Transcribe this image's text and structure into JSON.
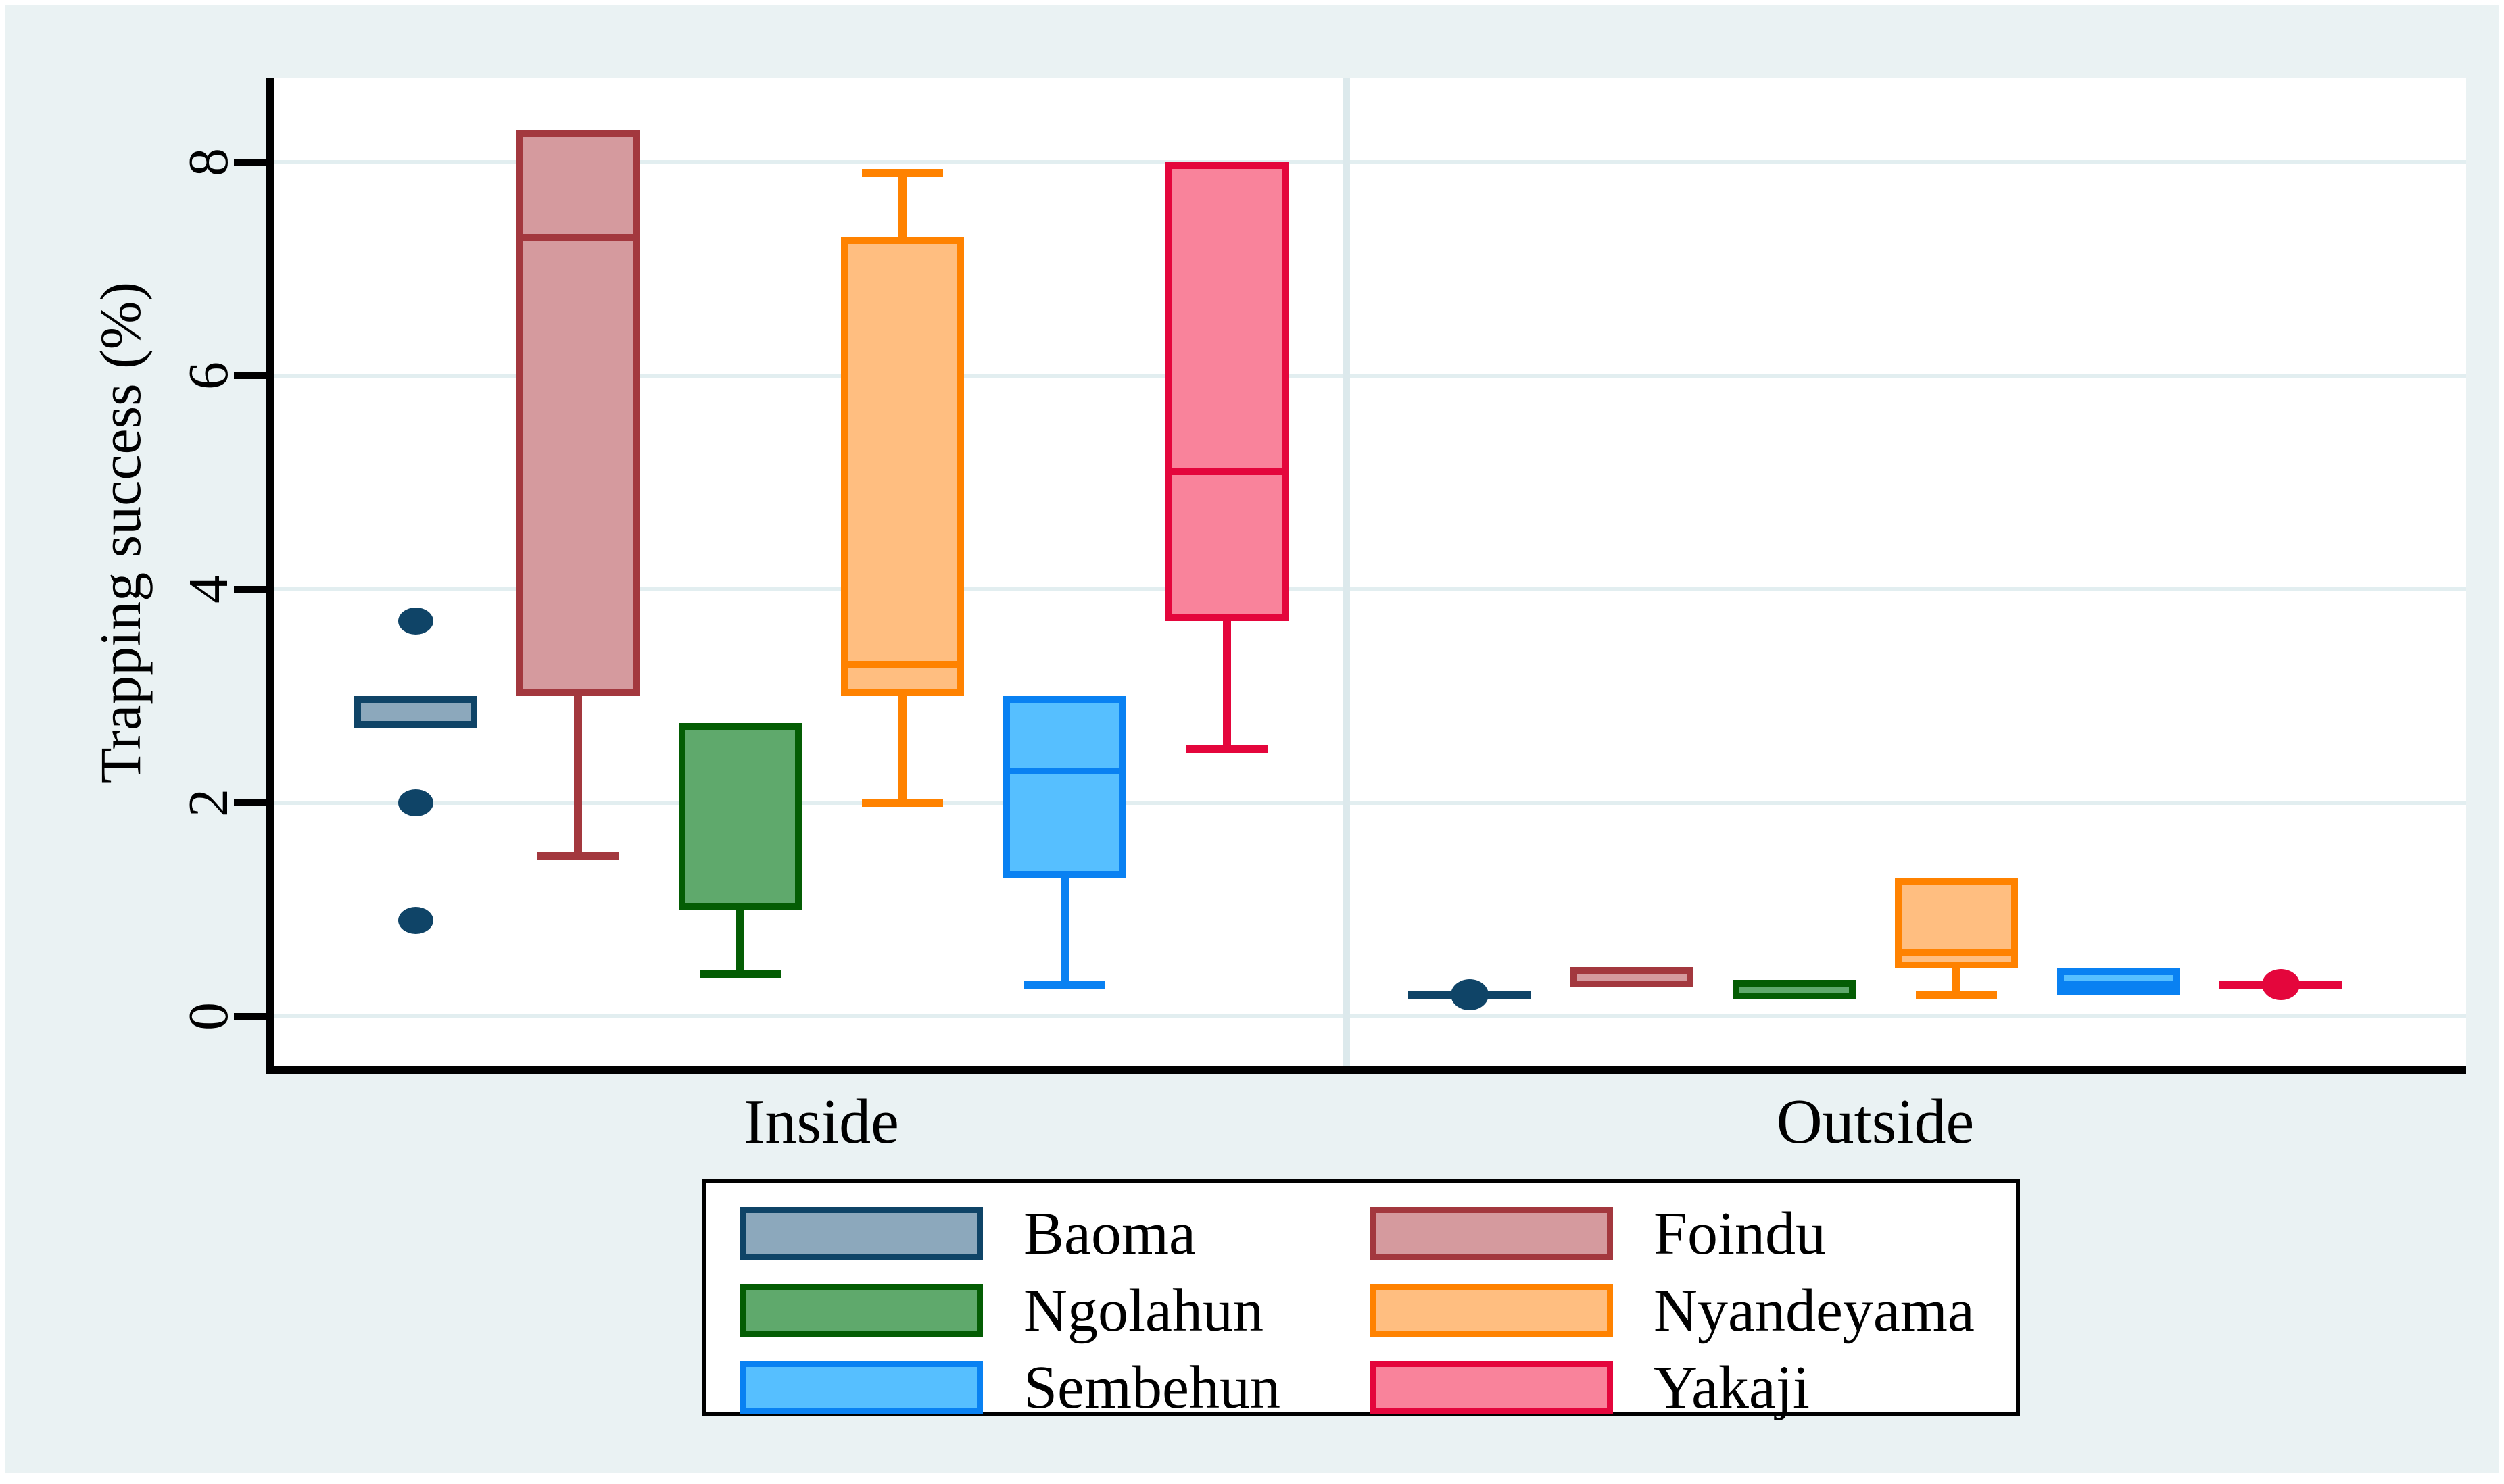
{
  "chart_data": {
    "type": "boxplot",
    "title": "",
    "ylabel": "Trapping success (%)",
    "xlabel": "",
    "yticks": [
      0,
      2,
      4,
      6,
      8
    ],
    "ylim": [
      -0.5,
      8.8
    ],
    "grid": true,
    "legend_position": "bottom-center",
    "groups": [
      "Inside",
      "Outside"
    ],
    "colors": {
      "background": "#EAF2F3",
      "plot_background": "#FFFFFF",
      "gridline": "#E2EEF0",
      "axis": "#000000"
    },
    "series": [
      {
        "name": "Baoma",
        "fill": "#8CA8BC",
        "border": "#0F4467",
        "inside": {
          "kind": "box",
          "q1": 2.7,
          "median": 3.0,
          "q3": 3.0,
          "outliers": [
            3.7,
            2.0,
            0.9
          ]
        },
        "outside": {
          "kind": "point",
          "value": 0.2
        }
      },
      {
        "name": "Foindu",
        "fill": "#D59A9E",
        "border": "#A3383E",
        "inside": {
          "kind": "box",
          "q1": 3.0,
          "median": 7.3,
          "q3": 8.3,
          "whisker_low": 1.5
        },
        "outside": {
          "kind": "box",
          "q1": 0.27,
          "median": 0.35,
          "q3": 0.46
        }
      },
      {
        "name": "Ngolahun",
        "fill": "#5FA96C",
        "border": "#045D04",
        "inside": {
          "kind": "box",
          "q1": 1.0,
          "median": 2.75,
          "q3": 2.75,
          "whisker_low": 0.4
        },
        "outside": {
          "kind": "box",
          "q1": 0.16,
          "median": 0.25,
          "q3": 0.34
        }
      },
      {
        "name": "Nyandeyama",
        "fill": "#FFBE80",
        "border": "#FF8200",
        "inside": {
          "kind": "box",
          "q1": 3.0,
          "median": 3.3,
          "q3": 7.3,
          "whisker_low": 2.0,
          "whisker_high": 7.9
        },
        "outside": {
          "kind": "box",
          "q1": 0.45,
          "median": 0.6,
          "q3": 1.3,
          "whisker_low": 0.2
        }
      },
      {
        "name": "Sembehun",
        "fill": "#56BFFF",
        "border": "#0981F2",
        "inside": {
          "kind": "box",
          "q1": 1.3,
          "median": 2.3,
          "q3": 3.0,
          "whisker_low": 0.3
        },
        "outside": {
          "kind": "box",
          "q1": 0.2,
          "median": 0.3,
          "q3": 0.45
        }
      },
      {
        "name": "Yakaji",
        "fill": "#F9839B",
        "border": "#E4063C",
        "inside": {
          "kind": "box",
          "q1": 3.7,
          "median": 5.1,
          "q3": 8.0,
          "whisker_low": 2.5
        },
        "outside": {
          "kind": "point",
          "value": 0.3
        }
      }
    ]
  }
}
